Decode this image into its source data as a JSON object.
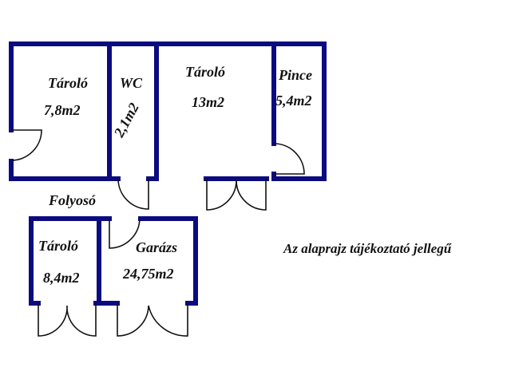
{
  "colors": {
    "wall": "#0b0b80",
    "door": "#111111"
  },
  "rooms": [
    {
      "name": "Tároló",
      "area": "7,8m2"
    },
    {
      "name": "WC",
      "area": "2,1m2"
    },
    {
      "name": "Tároló",
      "area": "13m2"
    },
    {
      "name": "Pince",
      "area": "5,4m2"
    },
    {
      "name": "Tároló",
      "area": "8,4m2"
    },
    {
      "name": "Garázs",
      "area": "24,75m2"
    }
  ],
  "corridor": "Folyosó",
  "note": "Az alaprajz tájékoztató jellegű"
}
